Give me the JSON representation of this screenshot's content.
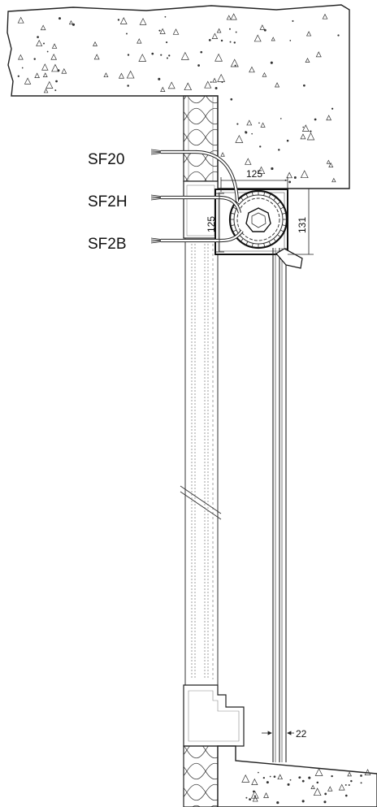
{
  "cables": [
    {
      "id": "sf20",
      "label": "SF20"
    },
    {
      "id": "sf2h",
      "label": "SF2H"
    },
    {
      "id": "sf2b",
      "label": "SF2B"
    }
  ],
  "dimensions": {
    "box_width": "125",
    "box_inner_height": "125",
    "box_total_height": "131",
    "guide_rail_depth": "22"
  }
}
